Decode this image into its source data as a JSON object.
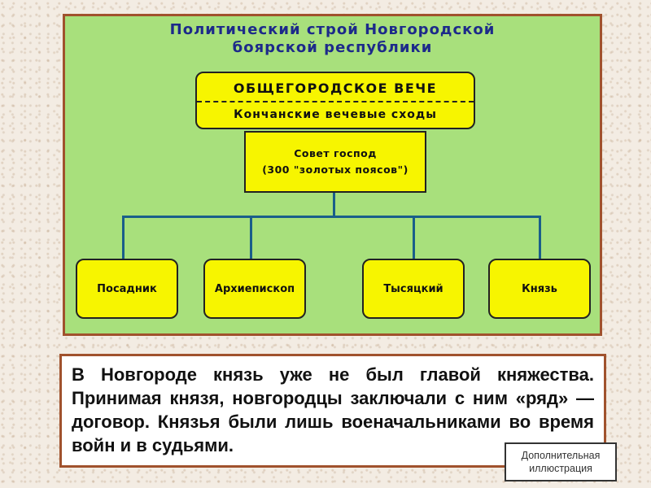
{
  "diagram": {
    "title_line1": "Политический строй Новгородской",
    "title_line2": "боярской республики",
    "veche": {
      "main": "ОБЩЕГОРОДСКОЕ ВЕЧЕ",
      "sub": "Кончанские вечевые сходы"
    },
    "council": {
      "line1": "Совет господ",
      "line2": "(300 \"золотых поясов\")"
    },
    "leaves": [
      "Посадник",
      "Архиепископ",
      "Тысяцкий",
      "Князь"
    ]
  },
  "text": {
    "paragraph": "В Новгороде князь уже не был главой княжества. Принимая князя, новгородцы заключали с ним «ряд» — договор. Князья были лишь военачальниками во время войн и в судьями."
  },
  "extra_button": {
    "line1": "Дополнительная",
    "line2": "иллюстрация"
  },
  "colors": {
    "panel_background": "#a8e07c",
    "box_fill": "#f7f500",
    "frame_border": "#a0522d",
    "title_text": "#1d2a8a",
    "connector": "#1a5e8a"
  }
}
